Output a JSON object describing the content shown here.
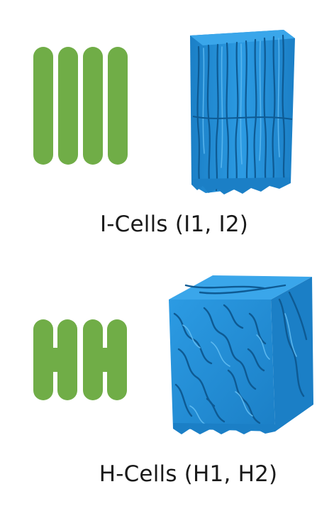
{
  "colors": {
    "schematic": "#70ad47",
    "sample_light": "#2c9be3",
    "sample_mid": "#1b7fc6",
    "sample_dark": "#0e5a93",
    "caption_text": "#1a1a1a",
    "background": "#ffffff"
  },
  "i_cells": {
    "caption": "I-Cells (I1, I2)",
    "schematic_shape": "four-vertical-bars",
    "sample": "i-cell-3d-render"
  },
  "h_cells": {
    "caption": "H-Cells (H1, H2)",
    "schematic_shape": "two-h-shapes",
    "sample": "h-cell-3d-render"
  }
}
